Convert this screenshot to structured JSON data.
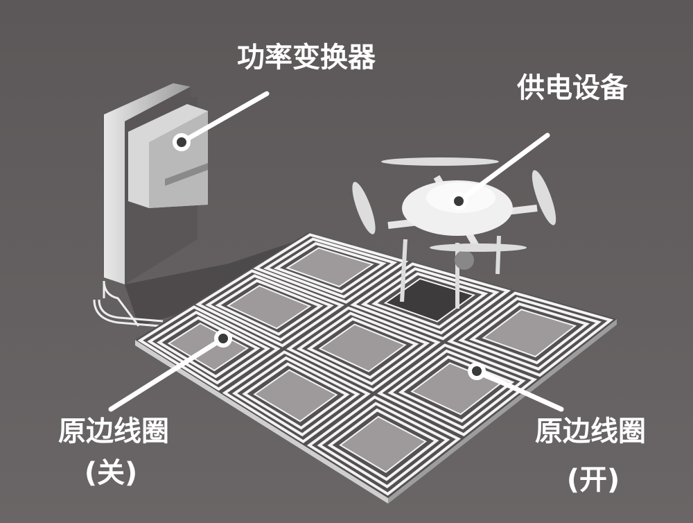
{
  "labels": {
    "power_converter": "功率变换器",
    "powered_device": "供电设备",
    "primary_coil_off": "原边线圈",
    "primary_coil_off_state": "(关)",
    "primary_coil_on": "原边线圈",
    "primary_coil_on_state": "(开)"
  },
  "coil_grid": {
    "rows": 3,
    "cols": 3,
    "active_cell": [
      1,
      2
    ]
  },
  "colors": {
    "background": "#5e5a5b",
    "coil": "#f4f4f4",
    "label": "#ffffff"
  }
}
